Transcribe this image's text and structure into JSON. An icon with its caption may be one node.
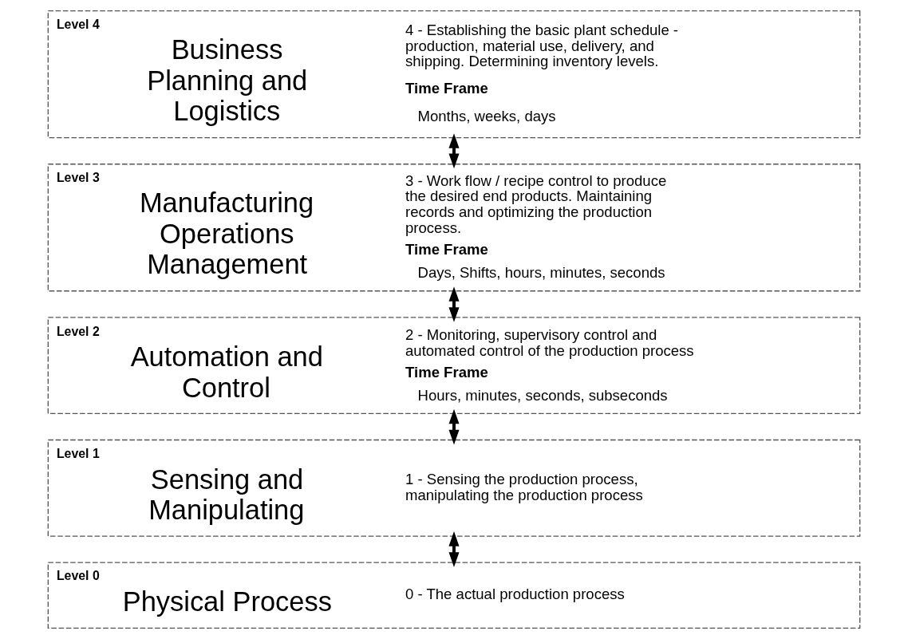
{
  "diagram": {
    "nodes": [
      {
        "text": [
          "Level 4",
          "Business Planning and Logistics",
          "4 - Establishing the basic plant schedule - production, material use, delivery, and shipping. Determining inventory levels.",
          "Time Frame",
          "Months, weeks, days"
        ]
      },
      {
        "text": [
          "Level 3",
          "Manufacturing Operations Management",
          "3 - Work flow / recipe control to produce the desired end products. Maintaining records and optimizing the production process.",
          "Time Frame",
          "Days, Shifts, hours, minutes, seconds"
        ]
      },
      {
        "text": [
          "Level 2",
          "Automation and Control",
          "2 - Monitoring, supervisory control and automated control of the production process",
          "Time Frame",
          "Hours, minutes, seconds, subseconds"
        ]
      },
      {
        "text": [
          "Level 1",
          "Sensing and Manipulating",
          "1 - Sensing the production process, manipulating the production process"
        ]
      },
      {
        "text": [
          "Level 0",
          "Physical Process",
          "0 - The actual production process"
        ]
      }
    ],
    "edges": [
      {
        "from": 0,
        "to": 1,
        "arrow": "both"
      },
      {
        "from": 1,
        "to": 2,
        "arrow": "both"
      },
      {
        "from": 2,
        "to": 3,
        "arrow": "both"
      },
      {
        "from": 3,
        "to": 4,
        "arrow": "both"
      }
    ]
  }
}
